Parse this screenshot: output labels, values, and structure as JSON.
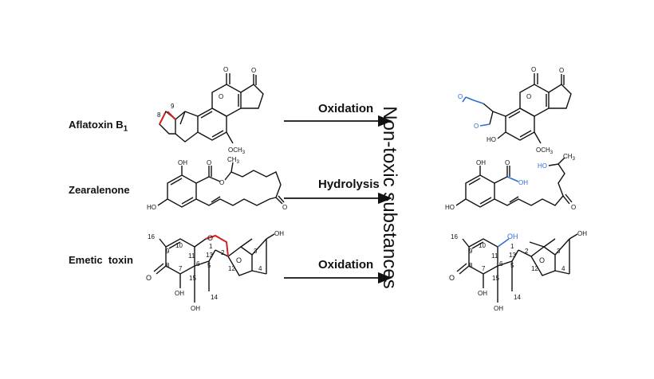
{
  "compounds": [
    {
      "name": "Aflatoxin B",
      "subscript": "1"
    },
    {
      "name": "Zearalenone"
    },
    {
      "name": "Emetic  toxin"
    }
  ],
  "reactions": [
    "Oxidation",
    "Hydrolysis",
    "Oxidation"
  ],
  "product_label": "Non-toxic substances",
  "atom_labels": {
    "och3": "OCH",
    "three": "3",
    "oh": "OH",
    "ho": "HO",
    "o": "O",
    "ch3": "CH",
    "num_8": "8",
    "num_9": "9",
    "num_16": "16",
    "num_10": "10",
    "num_1": "1",
    "num_2": "2",
    "num_13": "13",
    "num_11": "11",
    "num_6": "6",
    "num_7": "7",
    "num_5": "5",
    "num_12": "12",
    "num_15": "15",
    "num_14": "14",
    "num_4": "4",
    "num_3": "3"
  },
  "colors": {
    "highlight_red": "#d42020",
    "highlight_blue": "#2a6fd6",
    "ink": "#111111"
  }
}
